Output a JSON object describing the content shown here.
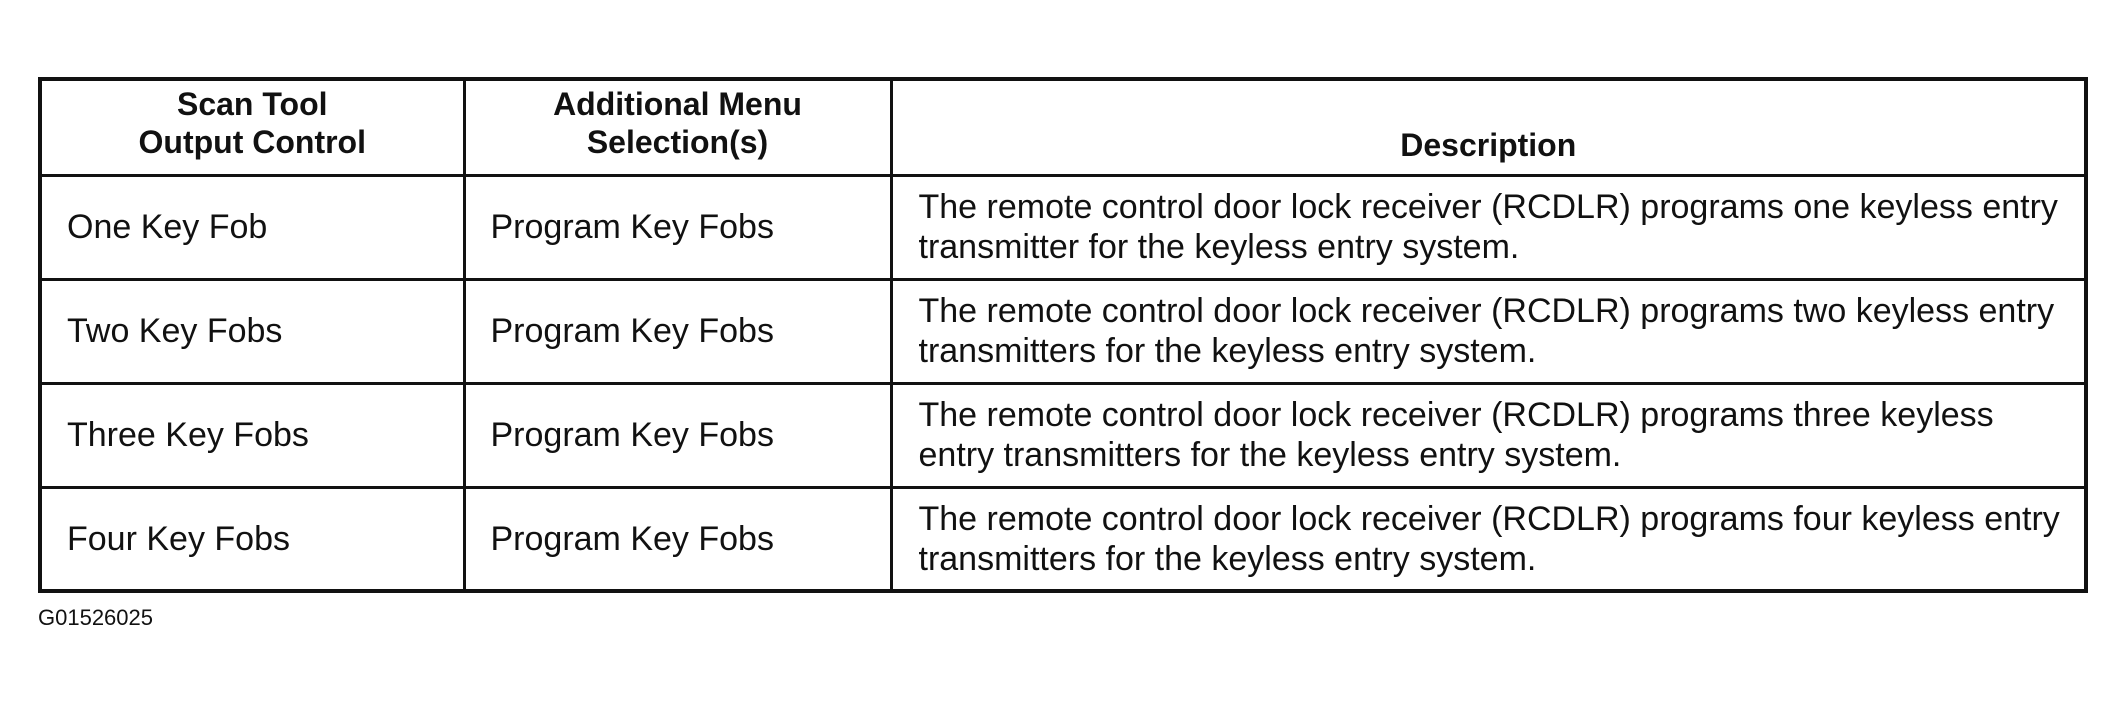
{
  "table": {
    "headers": [
      {
        "lines": [
          "Scan Tool",
          "Output Control"
        ]
      },
      {
        "lines": [
          "Additional Menu",
          "Selection(s)"
        ]
      },
      {
        "lines": [
          "Description"
        ]
      }
    ],
    "rows": [
      {
        "output_control": "One Key Fob",
        "menu_selection": "Program Key Fobs",
        "description": "The remote control door lock receiver (RCDLR) programs one keyless entry transmitter for the keyless entry system."
      },
      {
        "output_control": "Two Key Fobs",
        "menu_selection": "Program Key Fobs",
        "description": "The remote control door lock receiver (RCDLR) programs two keyless entry transmitters for the keyless entry system."
      },
      {
        "output_control": "Three Key Fobs",
        "menu_selection": "Program Key Fobs",
        "description": "The remote control door lock receiver (RCDLR) programs three keyless entry transmitters for the keyless entry system."
      },
      {
        "output_control": "Four Key Fobs",
        "menu_selection": "Program Key Fobs",
        "description": "The remote control door lock receiver (RCDLR) programs four keyless entry transmitters for the keyless entry system."
      }
    ]
  },
  "figure_id": "G01526025"
}
